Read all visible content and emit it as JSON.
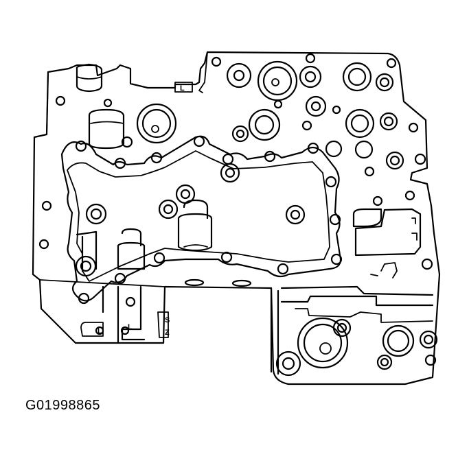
{
  "figure": {
    "id": "G01998865",
    "subject": "transmission valve body (line drawing)",
    "stroke_color": "#000000",
    "background_color": "#ffffff",
    "embossed_marks": [
      "L",
      "L",
      "L",
      "S",
      "Z"
    ]
  }
}
